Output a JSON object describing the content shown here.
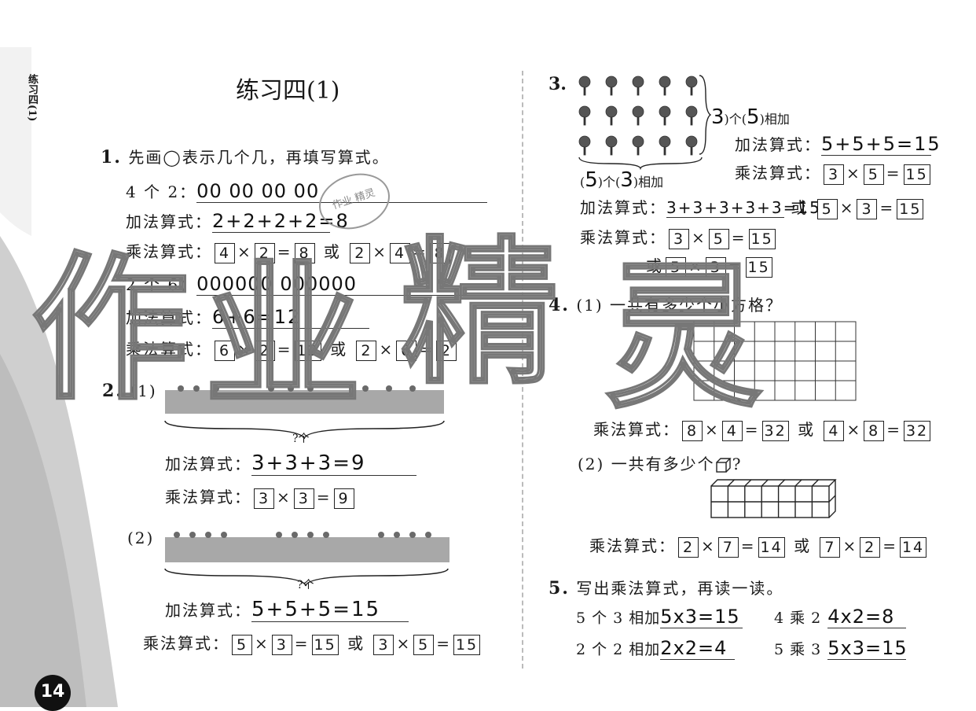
{
  "sidebar_label": "练习四(1)",
  "page_number": "14",
  "title": "练习四(1)",
  "watermark": [
    "作",
    "业",
    "精",
    "灵"
  ],
  "stamp_text": "作业 精灵",
  "q1": {
    "num": "1.",
    "prompt": "先画◯表示几个几，再填写算式。",
    "a": {
      "label": "4 个 2：",
      "drawn": "00 00 00 00",
      "add_label": "加法算式：",
      "add": "2+2+2+2=8",
      "mul_label": "乘法算式：",
      "m1": [
        "4",
        "2",
        "8"
      ],
      "or": "或",
      "m2": [
        "2",
        "4",
        "8"
      ]
    },
    "b": {
      "label": "2 个 6：",
      "drawn": "000000  000000",
      "add_label": "加法算式：",
      "add": "6+6=12",
      "mul_label": "乘法算式：",
      "m1": [
        "6",
        "2",
        "12"
      ],
      "or": "或",
      "m2": [
        "2",
        "6",
        "2"
      ]
    }
  },
  "q2": {
    "num": "2.",
    "p1": {
      "tag": "(1)",
      "q": "?个",
      "add_label": "加法算式：",
      "add": "3+3+3=9",
      "mul_label": "乘法算式：",
      "m1": [
        "3",
        "3",
        "9"
      ]
    },
    "p2": {
      "tag": "(2)",
      "q": "?个",
      "add_label": "加法算式：",
      "add": "5+5+5=15",
      "mul_label": "乘法算式：",
      "m1": [
        "5",
        "3",
        "15"
      ],
      "or": "或",
      "m2": [
        "3",
        "5",
        "15"
      ]
    }
  },
  "q3": {
    "num": "3.",
    "right_text_a": "3",
    "right_text_b": ")个(",
    "right_text_c": "5",
    "right_text_d": ")相加",
    "add_label": "加法算式：",
    "add": "5+5+5=15",
    "mul_label": "乘法算式：",
    "m1": [
      "3",
      "5",
      "15"
    ],
    "bottom_a": "(",
    "bottom_b": "5",
    "bottom_c": ")个(",
    "bottom_d": "3",
    "bottom_e": ")相加",
    "add2_label": "加法算式：",
    "add2": "3+3+3+3+3=15",
    "or": "或",
    "m2": [
      "5",
      "3",
      "15"
    ],
    "mul2_label": "乘法算式：",
    "m3": [
      "3",
      "5",
      "15"
    ],
    "m4": [
      "5",
      "3",
      "15"
    ]
  },
  "q4": {
    "num": "4.",
    "p1": "(1) 一共有多少个小方格？",
    "mul_label": "乘法算式：",
    "m1": [
      "8",
      "4",
      "32"
    ],
    "or": "或",
    "m2": [
      "4",
      "8",
      "32"
    ],
    "p2": "(2) 一共有多少个",
    "p2_end": "?",
    "m3": [
      "2",
      "7",
      "14"
    ],
    "m4": [
      "7",
      "2",
      "14"
    ]
  },
  "q5": {
    "num": "5.",
    "prompt": "写出乘法算式，再读一读。",
    "items": [
      {
        "label": "5 个 3 相加",
        "ans": "5x3=15"
      },
      {
        "label": "4 乘 2",
        "ans": "4x2=8"
      },
      {
        "label": "2 个 2 相加",
        "ans": "2x2=4"
      },
      {
        "label": "5 乘 3",
        "ans": "5x3=15"
      }
    ]
  },
  "ops": {
    "times": "×",
    "eq": "="
  },
  "colors": {
    "grass": "#a8a8a8",
    "sidebar_bg": "#c9c9c9",
    "page_circle": "#111111"
  }
}
